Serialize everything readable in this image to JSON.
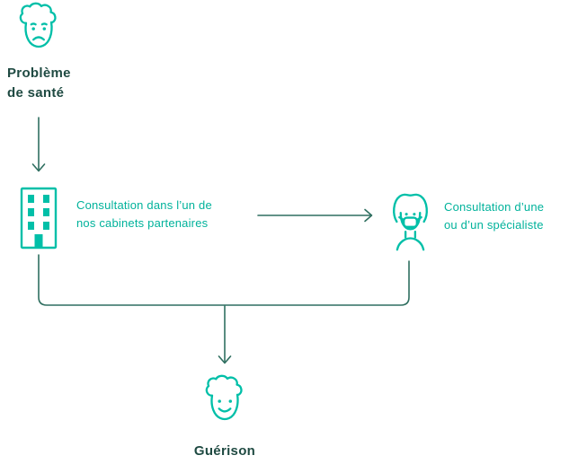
{
  "colors": {
    "background": "#FFFFFF",
    "icon_teal": "#00BFA8",
    "text_teal": "#00B29B",
    "label_dark": "#1F4A42",
    "arrow": "#2F6F60"
  },
  "diagram": {
    "problem": {
      "line1": "Problème",
      "line2": "de santé"
    },
    "clinic": {
      "line1": "Consultation dans l’un de",
      "line2": "nos cabinets partenaires"
    },
    "specialist": {
      "line1": "Consultation d’une",
      "line2": "ou d’un spécialiste"
    },
    "healed": {
      "label": "Guérison"
    },
    "edges": [
      {
        "from": "problem",
        "to": "clinic"
      },
      {
        "from": "clinic",
        "to": "specialist"
      },
      {
        "from": "clinic",
        "to": "healed"
      },
      {
        "from": "specialist",
        "to": "healed"
      }
    ]
  }
}
